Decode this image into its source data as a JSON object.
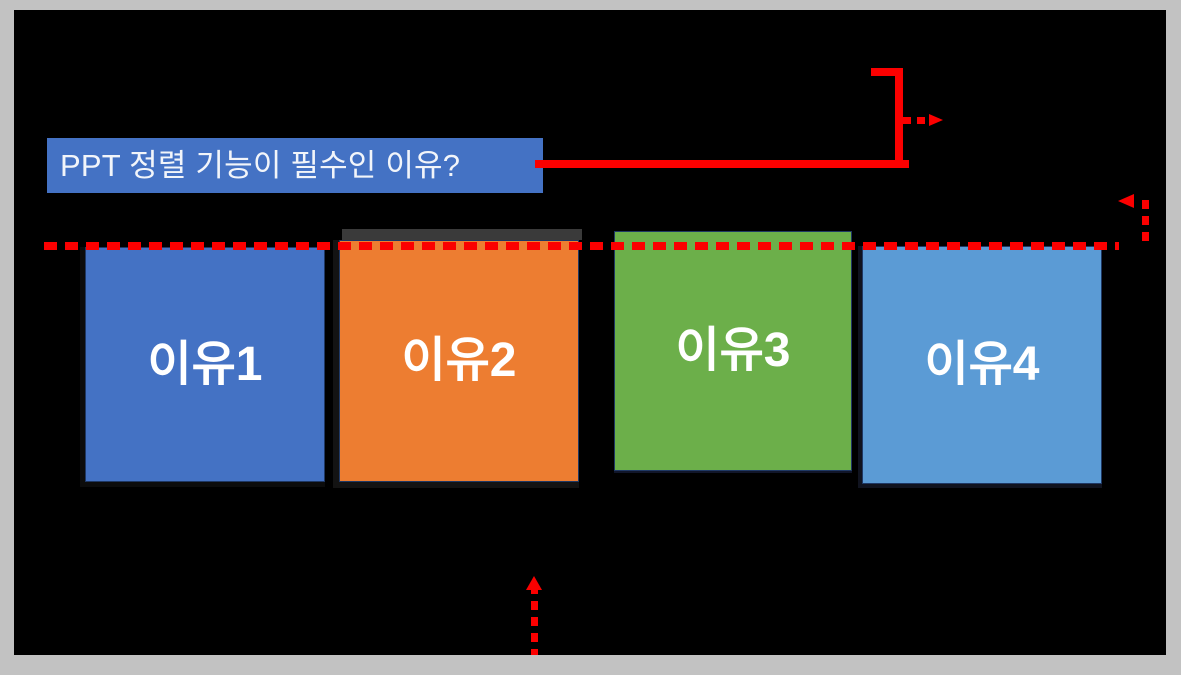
{
  "slide": {
    "background_color": "#000000",
    "mat_color": "#c2c2c2"
  },
  "title": {
    "text": "PPT 정렬 기능이 필수인 이유?",
    "background_color": "#4472c4",
    "text_color": "#f2f5fa"
  },
  "boxes": [
    {
      "label": "이유1",
      "fill": "#4472c4",
      "border": "#1f3864",
      "text_color": "#ffffff",
      "selected": false
    },
    {
      "label": "이유2",
      "fill": "#ed7d31",
      "border": "#1f3864",
      "text_color": "#ffffff",
      "selected": true
    },
    {
      "label": "이유3",
      "fill": "#6caf4a",
      "border": "#1f3864",
      "text_color": "#ffffff",
      "selected": false
    },
    {
      "label": "이유4",
      "fill": "#5b9bd5",
      "border": "#1f3864",
      "text_color": "#ffffff",
      "selected": false
    }
  ],
  "annotations": {
    "accent_color": "#fb0000",
    "align_guide": "horizontal-dashed-alignment-guide",
    "title_leader": "solid-red-leader-line",
    "bracket": "red-bracket-callout",
    "bracket_arrow": "right-pointing-dashed-arrow",
    "right_elbow": "right-edge-dashed-elbow",
    "right_elbow_arrow": "left-pointing-arrowhead",
    "bottom_arrow": "vertical-double-headed-dashed-arrow"
  }
}
